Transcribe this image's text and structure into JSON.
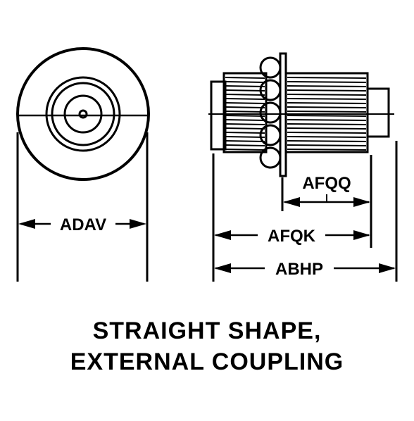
{
  "dimensions": {
    "adav": "ADAV",
    "afqq": "AFQQ",
    "afqk": "AFQK",
    "abhp": "ABHP"
  },
  "caption": {
    "line1": "STRAIGHT SHAPE,",
    "line2": "EXTERNAL COUPLING"
  }
}
